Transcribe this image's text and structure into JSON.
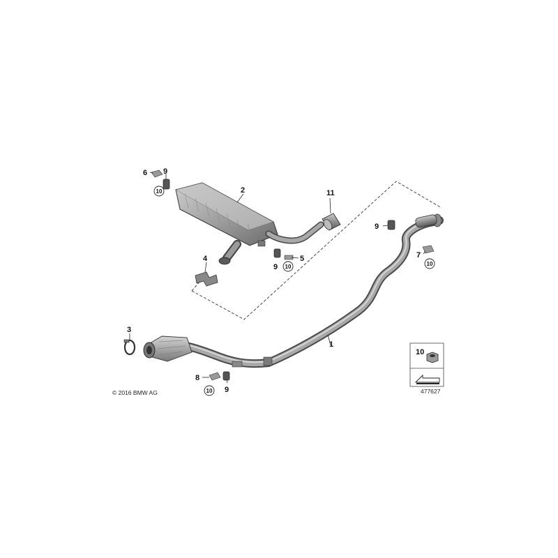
{
  "callouts": {
    "exhaust_pipe": "1",
    "rear_silencer": "2",
    "clamp": "3",
    "hanger_muffler": "4",
    "bracket_right": "5",
    "bracket_upper_left": "6",
    "bracket_front_right": "7",
    "bracket_lower": "8",
    "rubber_mount_upper": "9",
    "rubber_mount_right": "9",
    "rubber_mount_mid": "9",
    "rubber_mount_lower": "9",
    "nut_upper_left": "10",
    "nut_mid": "10",
    "nut_front_right": "10",
    "nut_lower": "10",
    "tail_pipe": "11",
    "legend_nut": "10"
  },
  "copyright": "© 2016 BMW AG",
  "diagram_id": "477627",
  "colors": {
    "line": "#222222",
    "part_fill": "#9a9a9a",
    "part_dark": "#6e6e6e"
  }
}
